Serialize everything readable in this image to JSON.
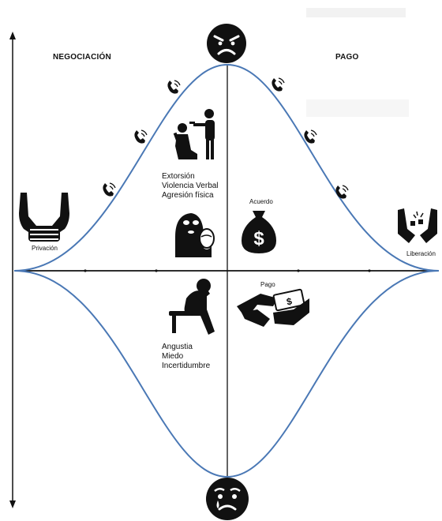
{
  "headers": {
    "left": "NEGOCIACIÓN",
    "right": "PAGO"
  },
  "stages": {
    "start": "Privación",
    "end": "Liberación",
    "agreement": "Acuerdo",
    "payment": "Pago"
  },
  "upper_effects": [
    "Extorsión",
    "Violencia Verbal",
    "Agresión física"
  ],
  "lower_effects": [
    "Angustia",
    "Miedo",
    "Incertidumbre"
  ],
  "icons": {
    "top_face": "angry-face-icon",
    "bottom_face": "crying-face-icon",
    "calls": "phone-call-icon",
    "threat": "gunpoint-threat-icon",
    "masked": "masked-captor-icon",
    "money": "money-bag-icon",
    "handover": "money-handover-icon",
    "distress": "distressed-person-icon",
    "tied": "tied-hands-icon",
    "freed": "broken-chains-icon"
  },
  "colors": {
    "curve": "#4a78b5",
    "axis": "#111111",
    "icon": "#111111"
  }
}
